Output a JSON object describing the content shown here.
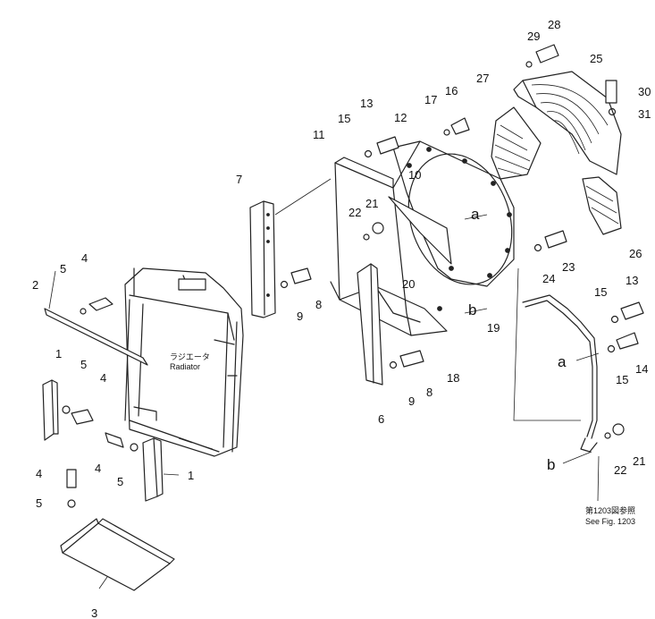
{
  "radiator_label_jp": "ラジエータ",
  "radiator_label_en": "Radiator",
  "note_jp": "第1203図参照",
  "note_en": "See Fig. 1203",
  "ref_a": "a",
  "ref_b": "b",
  "callouts": {
    "c1a": "1",
    "c1b": "1",
    "c2": "2",
    "c3": "3",
    "c4a": "4",
    "c4b": "4",
    "c4c": "4",
    "c4d": "4",
    "c5a": "5",
    "c5b": "5",
    "c5c": "5",
    "c5d": "5",
    "c6": "6",
    "c7": "7",
    "c8a": "8",
    "c8b": "8",
    "c9a": "9",
    "c9b": "9",
    "c10": "10",
    "c11": "11",
    "c12": "12",
    "c13a": "13",
    "c13b": "13",
    "c14": "14",
    "c15a": "15",
    "c15b": "15",
    "c15c": "15",
    "c16": "16",
    "c17": "17",
    "c18": "18",
    "c19": "19",
    "c20": "20",
    "c21a": "21",
    "c21b": "21",
    "c22a": "22",
    "c22b": "22",
    "c23": "23",
    "c24": "24",
    "c25": "25",
    "c26": "26",
    "c27": "27",
    "c28": "28",
    "c29": "29",
    "c30": "30",
    "c31": "31"
  }
}
